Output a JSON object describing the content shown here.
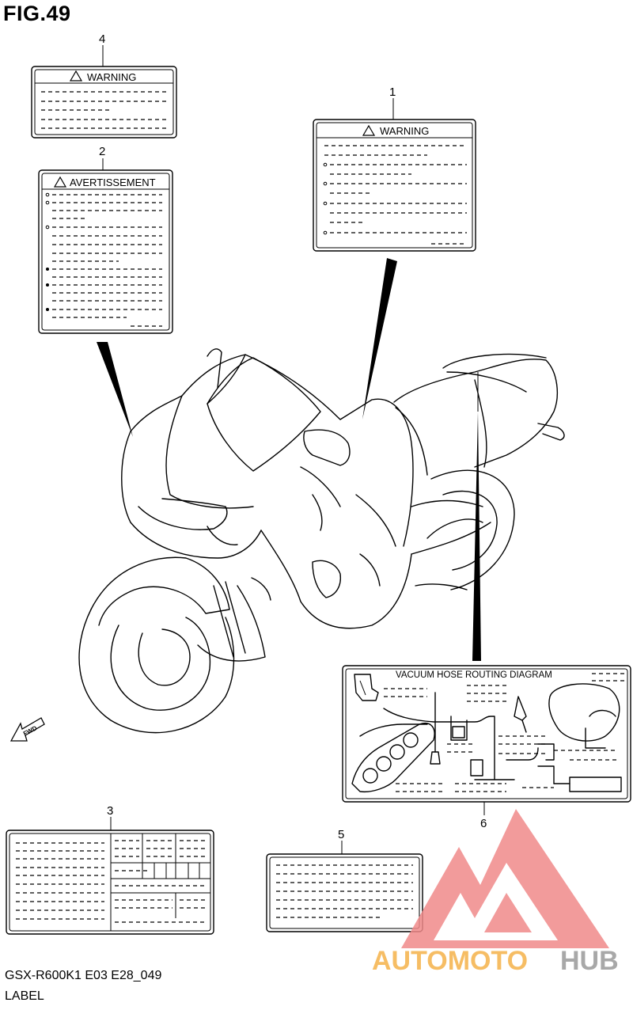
{
  "figure": {
    "title": "FIG.49",
    "model_code": "GSX-R600K1 E03 E28_049",
    "caption": "LABEL"
  },
  "callouts": [
    {
      "number": "1",
      "label_text": "WARNING"
    },
    {
      "number": "2",
      "label_text": "AVERTISSEMENT"
    },
    {
      "number": "3",
      "label_text": ""
    },
    {
      "number": "4",
      "label_text": "WARNING"
    },
    {
      "number": "5",
      "label_text": ""
    },
    {
      "number": "6",
      "label_text": "VACUUM HOSE ROUTING DIAGRAM"
    }
  ],
  "direction_marker": "FWD",
  "watermark": {
    "brand_part1": "AUTOMOTO",
    "brand_part2": "HUB",
    "colors": {
      "logo": "#f08a8a",
      "text_orange": "#f5b24a",
      "text_grey": "#9a9a9a"
    }
  },
  "colors": {
    "line": "#000000",
    "background": "#ffffff"
  }
}
